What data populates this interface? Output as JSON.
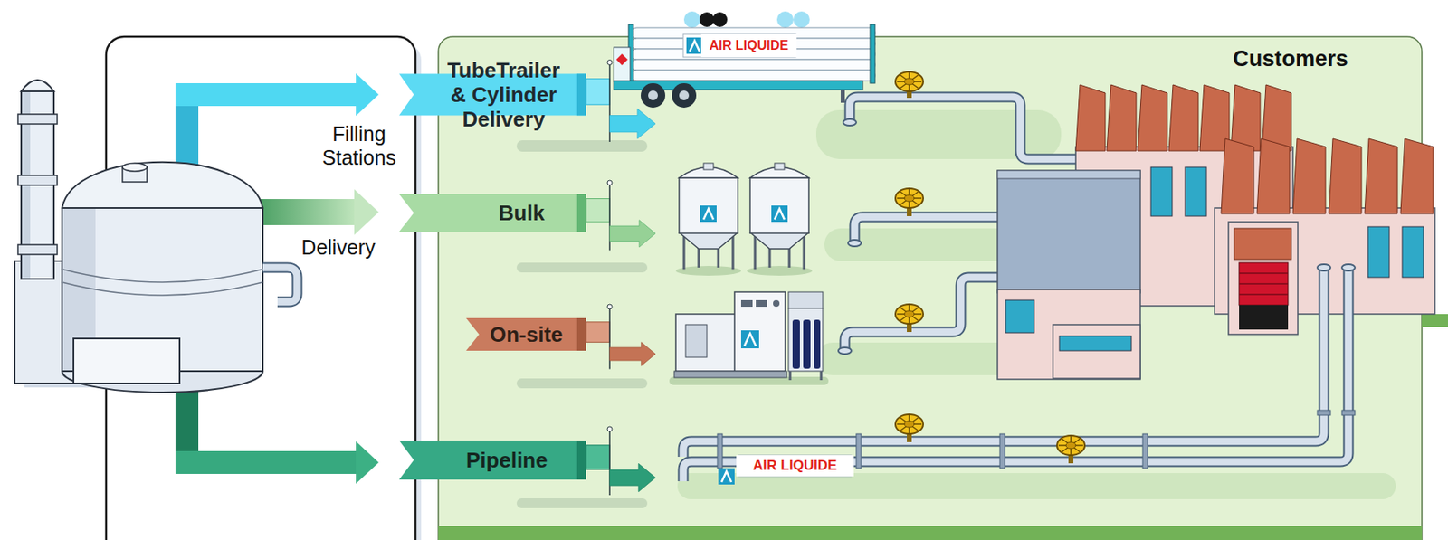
{
  "diagram": {
    "nodes": [
      {
        "text": [
          "TubeTrailer & Cylinder Delivery"
        ]
      },
      {
        "text": [
          "Bulk"
        ]
      },
      {
        "text": [
          "On-site"
        ]
      },
      {
        "text": [
          "Pipeline"
        ]
      },
      {
        "text": [
          "Customers"
        ]
      }
    ],
    "labels": [
      "Filling Stations",
      "Delivery",
      "AIR LIQUIDE",
      "AIR LIQUIDE"
    ]
  }
}
